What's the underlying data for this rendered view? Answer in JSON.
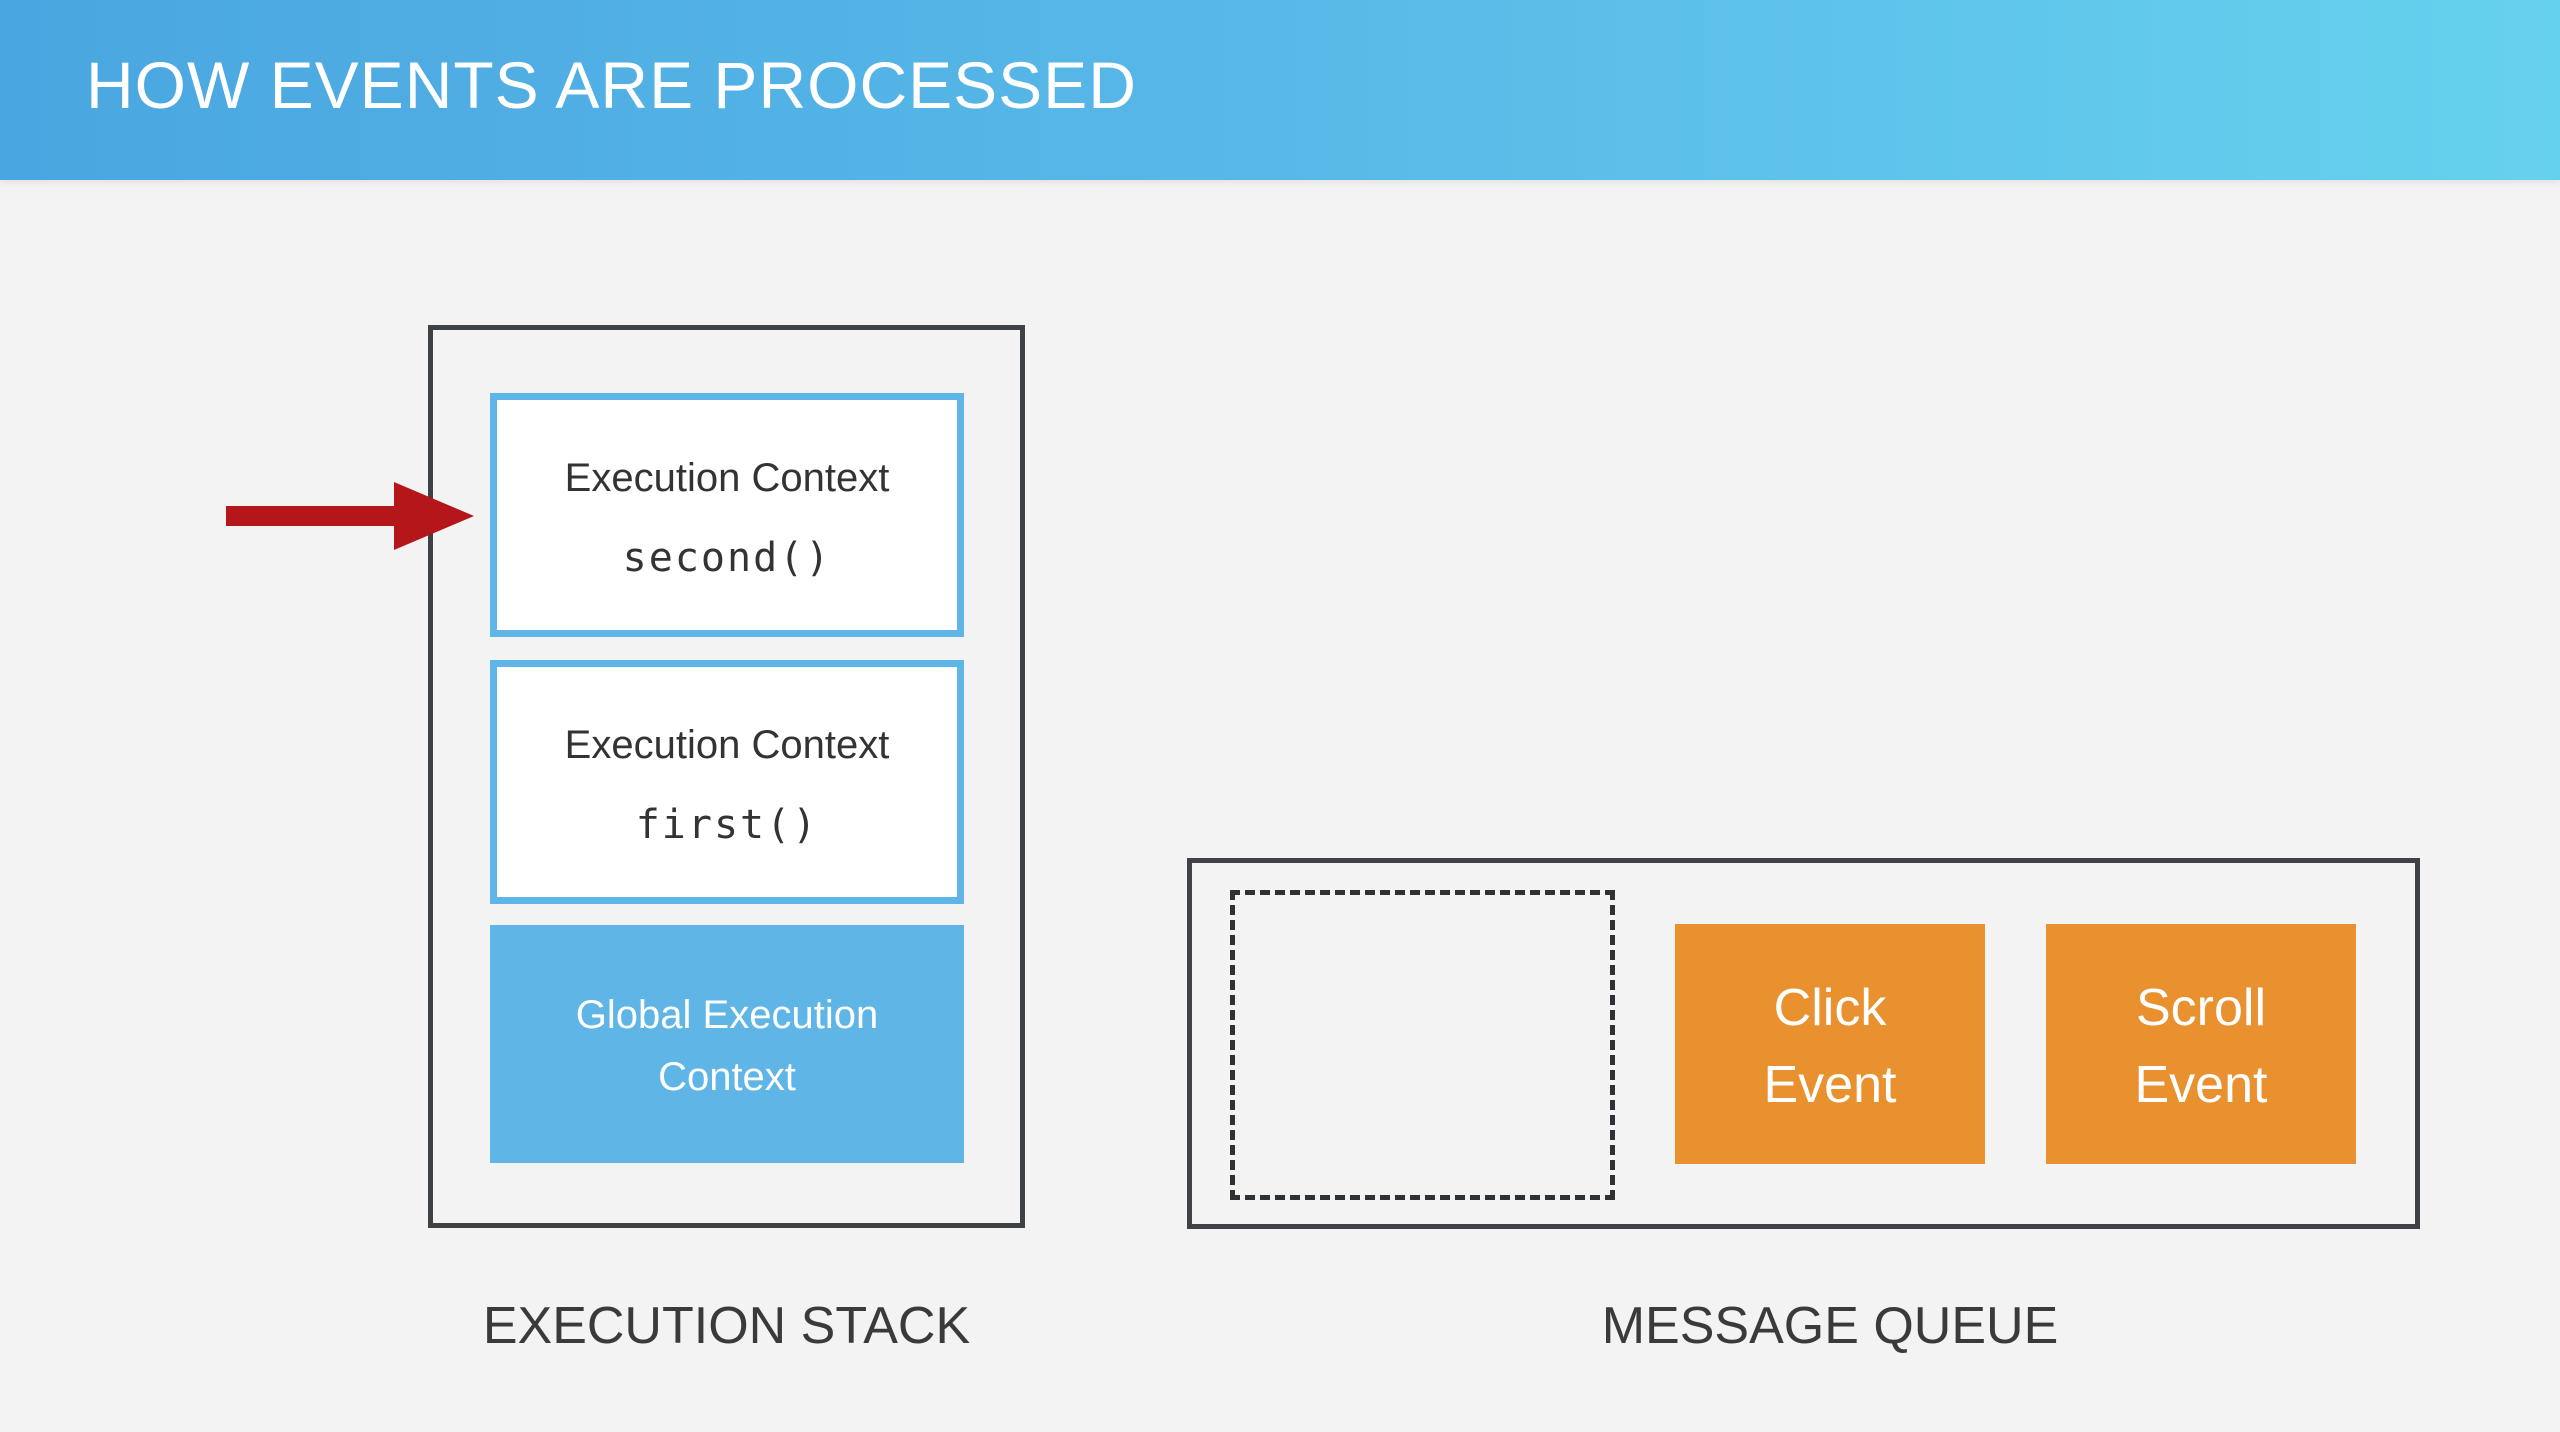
{
  "header": {
    "title": "HOW EVENTS ARE PROCESSED"
  },
  "colors": {
    "header_gradient_start": "#4aa6e0",
    "header_gradient_end": "#66d1ee",
    "context_border": "#5eb5e6",
    "global_context_fill": "#5eb5e6",
    "event_fill": "#e8912e",
    "arrow": "#b5161a",
    "frame": "#3e4247"
  },
  "execution_stack": {
    "caption": "EXECUTION STACK",
    "contexts": [
      {
        "title": "Execution Context",
        "function": "second()"
      },
      {
        "title": "Execution Context",
        "function": "first()"
      }
    ],
    "global_context": {
      "line1": "Global Execution",
      "line2": "Context"
    },
    "pointer_icon": "arrow-right-icon"
  },
  "message_queue": {
    "caption": "MESSAGE QUEUE",
    "events": [
      {
        "line1": "Click",
        "line2": "Event"
      },
      {
        "line1": "Scroll",
        "line2": "Event"
      }
    ]
  }
}
